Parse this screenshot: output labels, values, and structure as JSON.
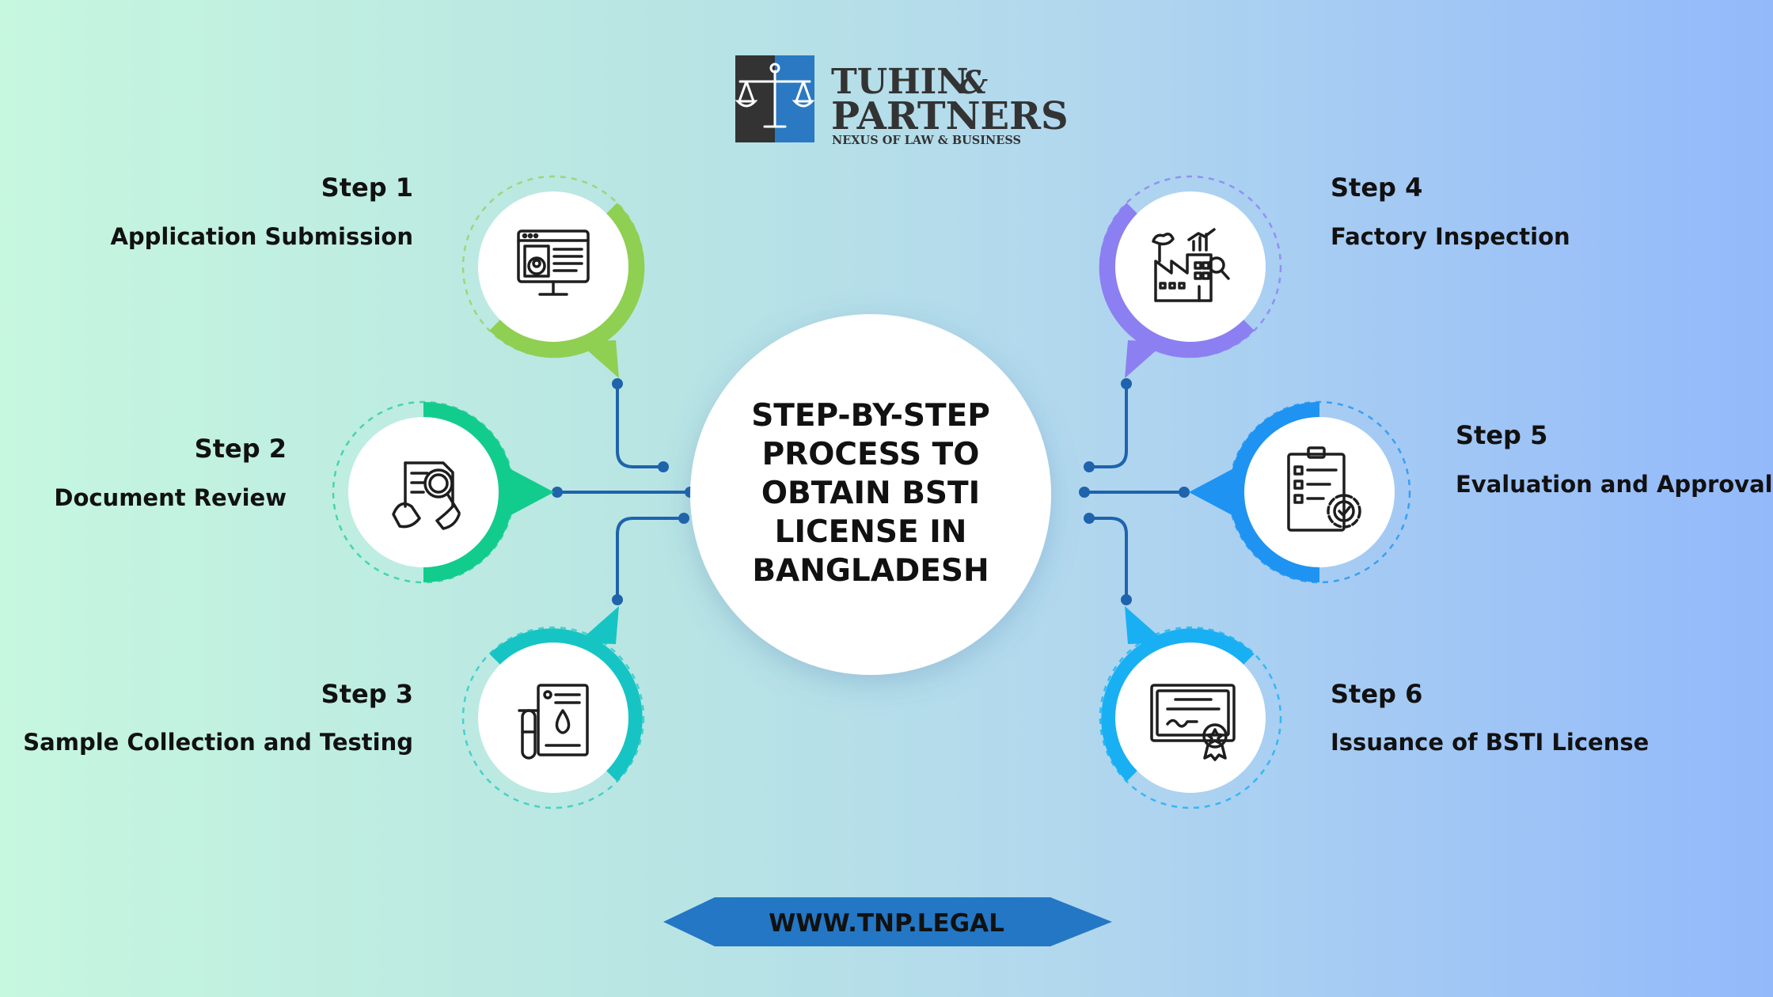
{
  "brand": {
    "name_line1": "TUHIN",
    "ampersand": "&",
    "name_line2": "PARTNERS",
    "tagline": "NEXUS OF LAW & BUSINESS",
    "colors": {
      "dark": "#333333",
      "blue": "#2a79c2"
    }
  },
  "title": {
    "lines": [
      "STEP-BY-STEP",
      "PROCESS TO",
      "OBTAIN BSTI",
      "LICENSE IN",
      "BANGLADESH"
    ]
  },
  "steps": [
    {
      "number": "Step 1",
      "label": "Application Submission",
      "icon": "computer-profile-icon",
      "color": "#8fcf52"
    },
    {
      "number": "Step 2",
      "label": "Document Review",
      "icon": "document-magnifier-icon",
      "color": "#12cc8d"
    },
    {
      "number": "Step 3",
      "label": "Sample Collection and Testing",
      "icon": "test-tube-document-icon",
      "color": "#17c4c4"
    },
    {
      "number": "Step 4",
      "label": "Factory Inspection",
      "icon": "factory-inspection-icon",
      "color": "#8c7ff2"
    },
    {
      "number": "Step 5",
      "label": "Evaluation and Approval",
      "icon": "clipboard-gear-icon",
      "color": "#1e93f2"
    },
    {
      "number": "Step 6",
      "label": "Issuance of BSTI License",
      "icon": "certificate-icon",
      "color": "#18b0f2"
    }
  ],
  "connector_color": "#1f63ad",
  "website": {
    "text": "WWW.TNP.LEGAL",
    "color": "#2477c4"
  }
}
